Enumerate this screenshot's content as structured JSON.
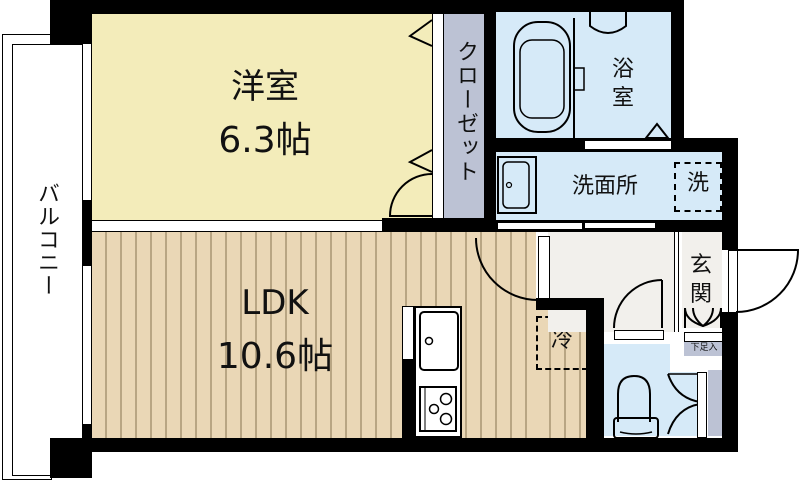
{
  "floorplan": {
    "colors": {
      "wall": "#000000",
      "western_room": "#f3ecba",
      "ldk": "#ead7b6",
      "ldk_stripe": "#b8a583",
      "wet_area": "#d6eaf8",
      "closet": "#bcc2d4",
      "entrance": "#f2f0ec",
      "shoe_box": "#bcc2d4",
      "balcony": "#ffffff"
    },
    "rooms": {
      "western_room": {
        "name": "洋室",
        "size": "6.3帖"
      },
      "ldk": {
        "name": "LDK",
        "size": "10.6帖"
      },
      "closet": {
        "name": "クローゼット"
      },
      "bathroom": {
        "name": "浴室"
      },
      "washroom": {
        "name": "洗面所"
      },
      "entrance": {
        "name": "玄関"
      },
      "balcony": {
        "name": "バルコニー"
      }
    },
    "fixtures": {
      "washing_machine": "洗",
      "refrigerator": "冷",
      "shoe_storage": "下足入"
    },
    "icons": [
      "bathtub-icon",
      "washbasin-icon",
      "kitchen-sink-icon",
      "gas-stove-icon",
      "toilet-icon",
      "door-swing-icon"
    ]
  }
}
